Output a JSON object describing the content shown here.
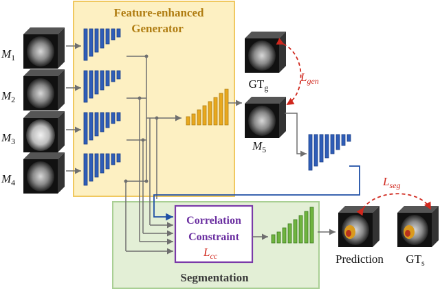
{
  "generator": {
    "title_line1": "Feature-enhanced",
    "title_line2": "Generator"
  },
  "segmentation": {
    "title": "Segmentation"
  },
  "correlation": {
    "line1": "Correlation",
    "line2": "Constraint",
    "loss": "L",
    "loss_sub": "cc"
  },
  "inputs": [
    {
      "label": "M",
      "sub": "1"
    },
    {
      "label": "M",
      "sub": "2"
    },
    {
      "label": "M",
      "sub": "3"
    },
    {
      "label": "M",
      "sub": "4"
    }
  ],
  "outputs": {
    "gt_gen": {
      "label": "GT",
      "sub": "g"
    },
    "m5": {
      "label": "M",
      "sub": "5"
    },
    "prediction": "Prediction",
    "gt_seg": {
      "label": "GT",
      "sub": "s"
    }
  },
  "losses": {
    "gen": {
      "label": "L",
      "sub": "gen"
    },
    "seg": {
      "label": "L",
      "sub": "seg"
    }
  },
  "colors": {
    "generator_fill": "#fdf0c2",
    "generator_border": "#f0c860",
    "segmentation_fill": "#e3efd6",
    "segmentation_border": "#a9cf94",
    "encoder_blue": "#2e5db8",
    "decoder_gold": "#e8a81e",
    "seg_green": "#6fb43f",
    "loss_red": "#d0281e",
    "cc_purple": "#7a3aa8",
    "arrow_gray": "#7a7a7a"
  }
}
